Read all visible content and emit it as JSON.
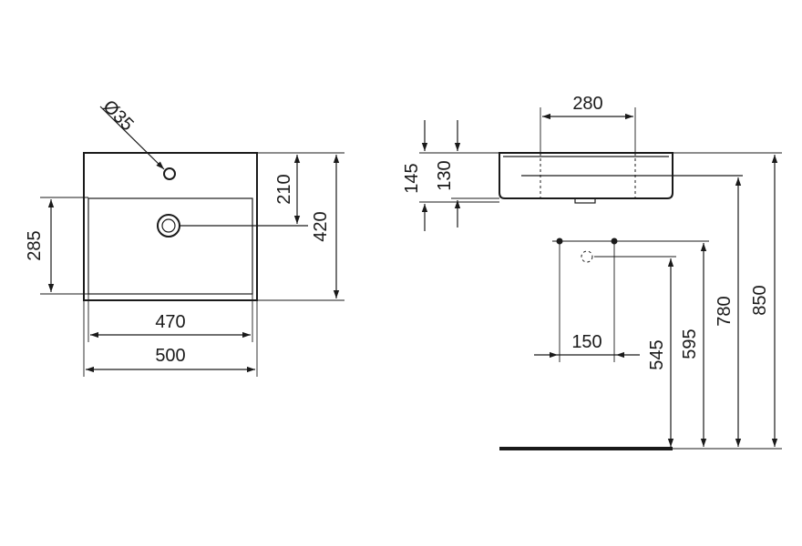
{
  "drawing": {
    "top_view": {
      "hole_diameter": "Ø35",
      "dim_width_inner": "470",
      "dim_width_outer": "500",
      "dim_depth_bowl": "285",
      "dim_depth_outer": "420",
      "dim_tap_to_drain": "210"
    },
    "side_view": {
      "dim_fixing_spacing": "280",
      "dim_height_outer": "145",
      "dim_height_inner": "130",
      "dim_waste_spacing": "150",
      "dim_height_545": "545",
      "dim_height_595": "595",
      "dim_height_780": "780",
      "dim_height_850": "850"
    }
  }
}
